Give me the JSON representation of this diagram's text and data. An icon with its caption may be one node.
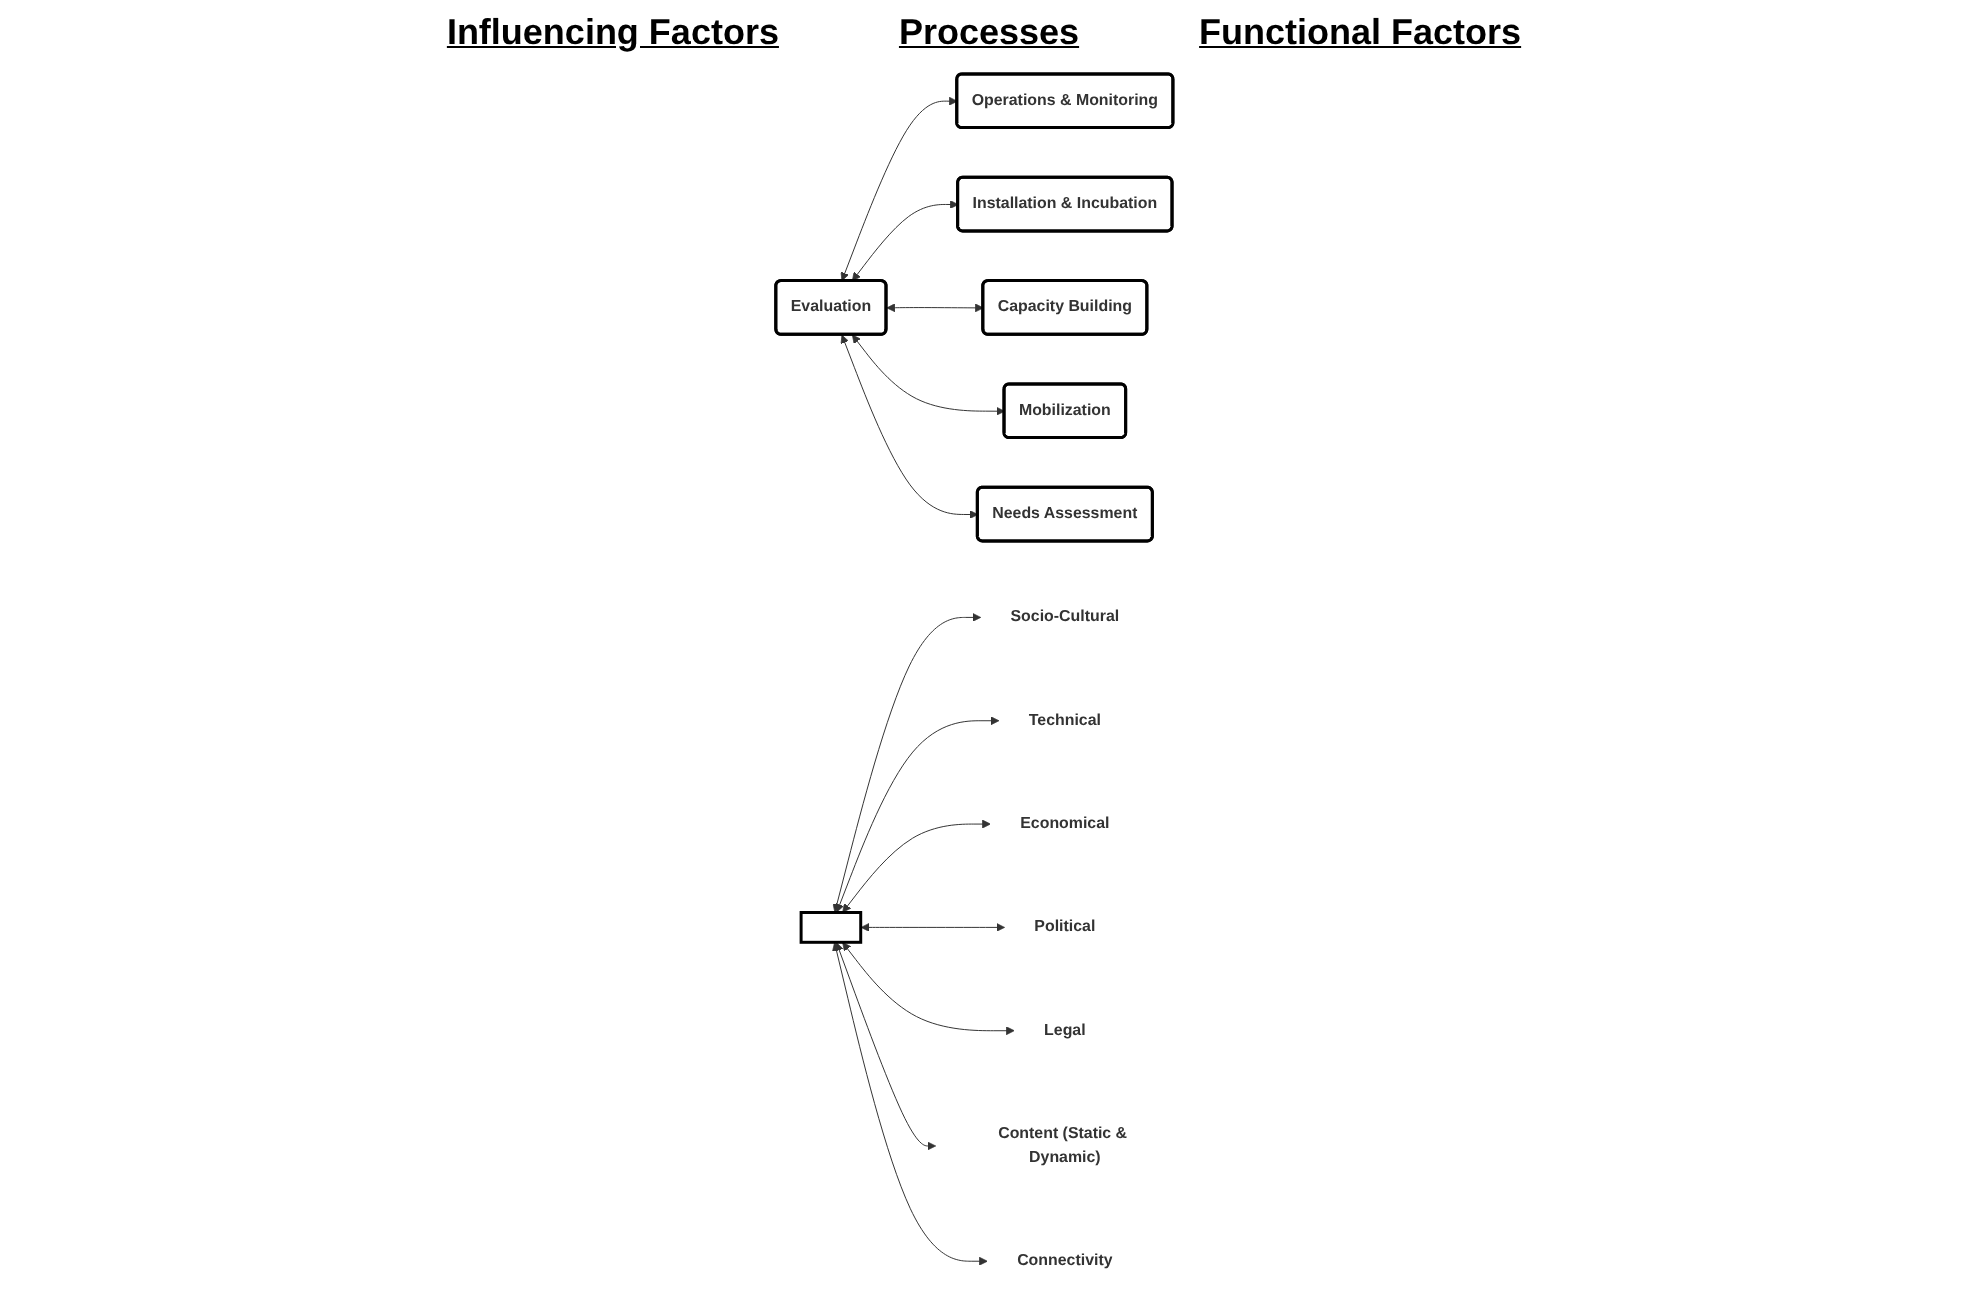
{
  "diagram": {
    "nodes": [
      {
        "text": [
          "Needs Assessment"
        ]
      },
      {
        "text": [
          "Mobilization"
        ]
      },
      {
        "text": [
          "Capacity Building"
        ]
      },
      {
        "text": [
          "Installation & Incubation"
        ]
      },
      {
        "text": [
          "Operations & Monitoring"
        ]
      },
      {
        "text": [
          "Evaluation"
        ]
      },
      {
        "text": [],
        "shape": "box"
      },
      {
        "text": [
          "Socio-Cultural"
        ]
      },
      {
        "text": [
          "Technical"
        ]
      },
      {
        "text": [
          "Economical"
        ]
      },
      {
        "text": [
          "Political"
        ]
      },
      {
        "text": [
          "Legal"
        ]
      },
      {
        "text": [
          "Content (Static & Dynamic)"
        ]
      },
      {
        "text": [
          "Connectivity"
        ]
      }
    ],
    "edges": [
      {
        "from": 5,
        "to": 4,
        "arrow": "both"
      },
      {
        "from": 5,
        "to": 3,
        "arrow": "both"
      },
      {
        "from": 5,
        "to": 2,
        "arrow": "both"
      },
      {
        "from": 5,
        "to": 1,
        "arrow": "both"
      },
      {
        "from": 5,
        "to": 0,
        "arrow": "both"
      },
      {
        "from": 6,
        "to": 7,
        "arrow": "both"
      },
      {
        "from": 6,
        "to": 8,
        "arrow": "both"
      },
      {
        "from": 6,
        "to": 9,
        "arrow": "both"
      },
      {
        "from": 6,
        "to": 10,
        "arrow": "both"
      },
      {
        "from": 6,
        "to": 11,
        "arrow": "both"
      },
      {
        "from": 6,
        "to": 12,
        "arrow": "both"
      },
      {
        "from": 6,
        "to": 13,
        "arrow": "both"
      }
    ],
    "labels": [
      "Influencing Factors",
      "Processes",
      "Functional Factors"
    ]
  }
}
